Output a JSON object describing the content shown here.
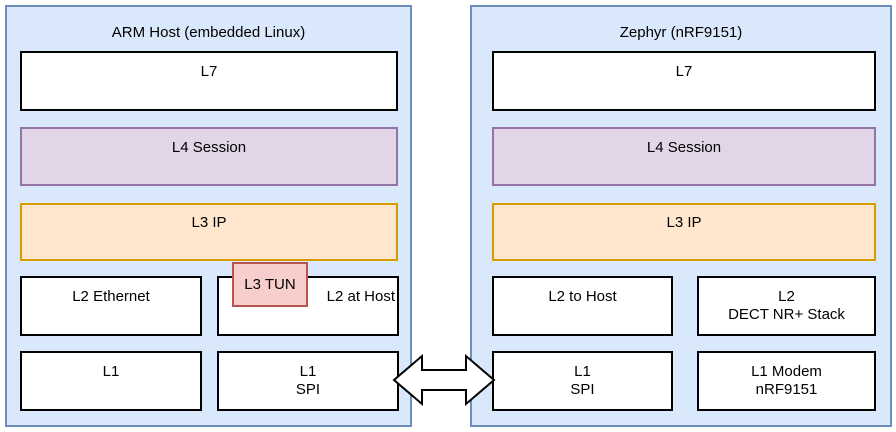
{
  "left_panel": {
    "title": "ARM Host (embedded Linux)",
    "l7": "L7",
    "l4": "L4 Session",
    "l3": "L3 IP",
    "l3_tun": "L3 TUN",
    "l2_ethernet": "L2 Ethernet",
    "l2_at_host": "L2 at Host",
    "l1": "L1",
    "l1_spi": "L1\nSPI"
  },
  "right_panel": {
    "title": "Zephyr (nRF9151)",
    "l7": "L7",
    "l4": "L4 Session",
    "l3": "L3 IP",
    "l2_to_host": "L2 to Host",
    "l2_dect": "L2\nDECT NR+ Stack",
    "l1_spi": "L1\nSPI",
    "l1_modem": "L1 Modem\nnRF9151"
  },
  "colors": {
    "panel_fill": "#dae8fc",
    "panel_border": "#6c8ebf",
    "box_fill": "#ffffff",
    "box_border": "#000000",
    "session_fill": "#e1d5e7",
    "session_border": "#9673a6",
    "ip_fill": "#ffe6cc",
    "ip_border": "#d79b00",
    "tun_fill": "#f8cecc",
    "tun_border": "#b85450",
    "arrow_fill": "#ffffff",
    "arrow_stroke": "#000000"
  }
}
